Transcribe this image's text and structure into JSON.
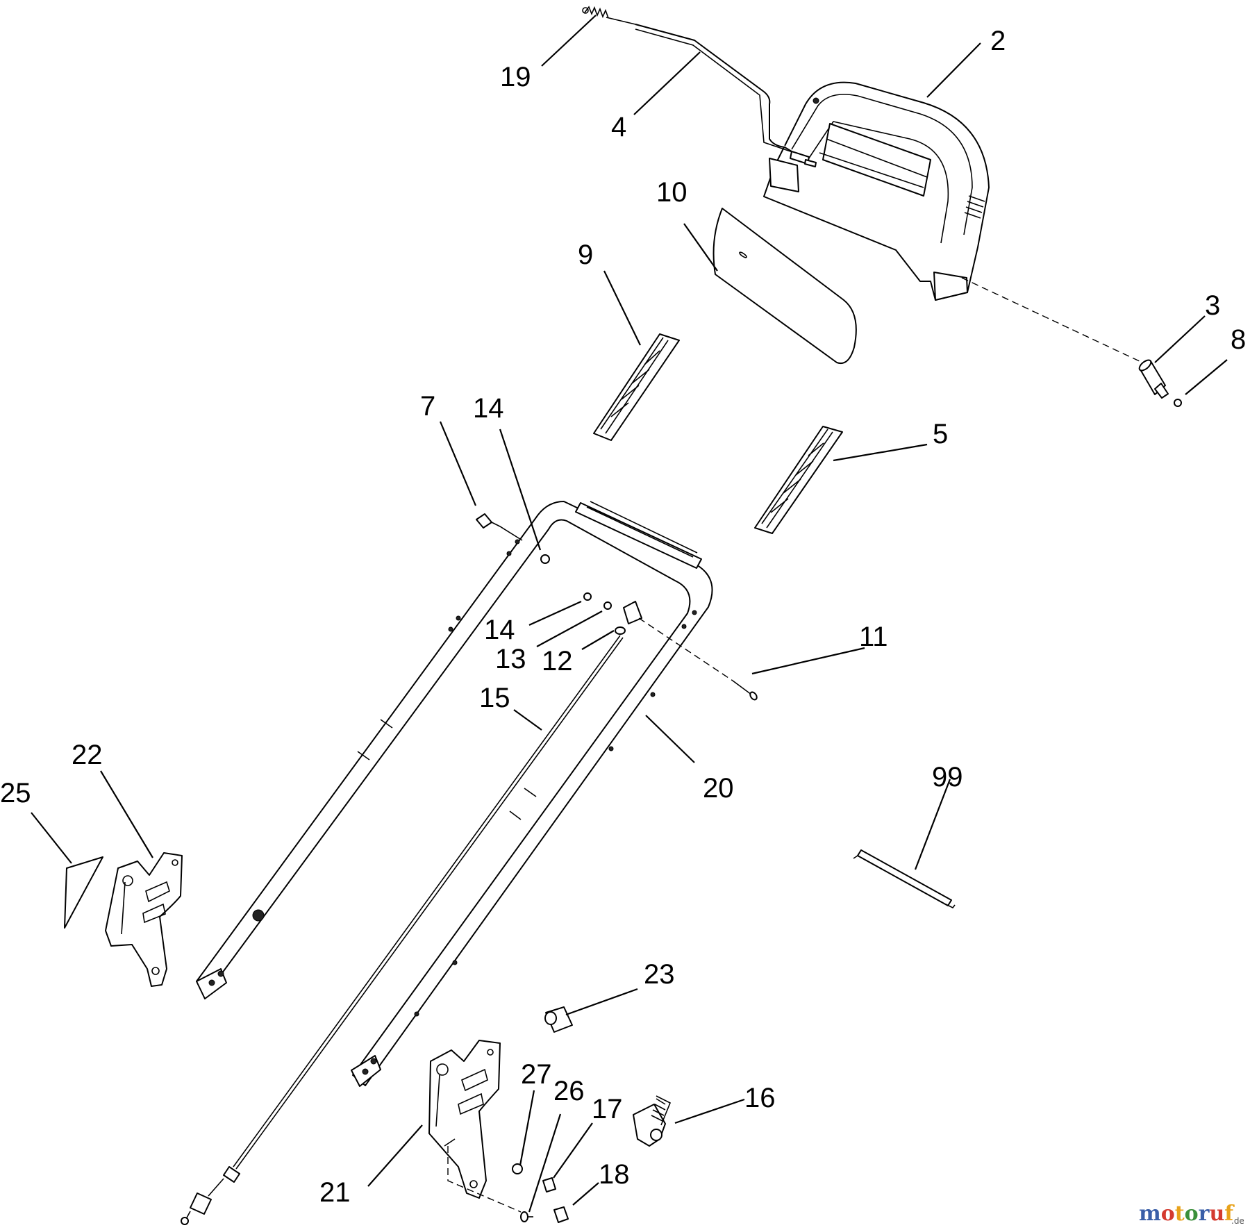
{
  "labels": {
    "l2": "2",
    "l3": "3",
    "l4": "4",
    "l5": "5",
    "l7": "7",
    "l8": "8",
    "l9": "9",
    "l10": "10",
    "l11": "11",
    "l12": "12",
    "l13": "13",
    "l14a": "14",
    "l14b": "14",
    "l15": "15",
    "l16": "16",
    "l17": "17",
    "l18": "18",
    "l19": "19",
    "l20": "20",
    "l21": "21",
    "l22": "22",
    "l23": "23",
    "l25": "25",
    "l26": "26",
    "l27": "27",
    "l99": "99"
  },
  "watermark": {
    "text": "motoruf",
    "suffix": ".de",
    "colors": [
      "#3a5fa8",
      "#d43a2f",
      "#e8a21a",
      "#3a8f3a",
      "#3a5fa8",
      "#d43a2f",
      "#e8a21a"
    ]
  }
}
